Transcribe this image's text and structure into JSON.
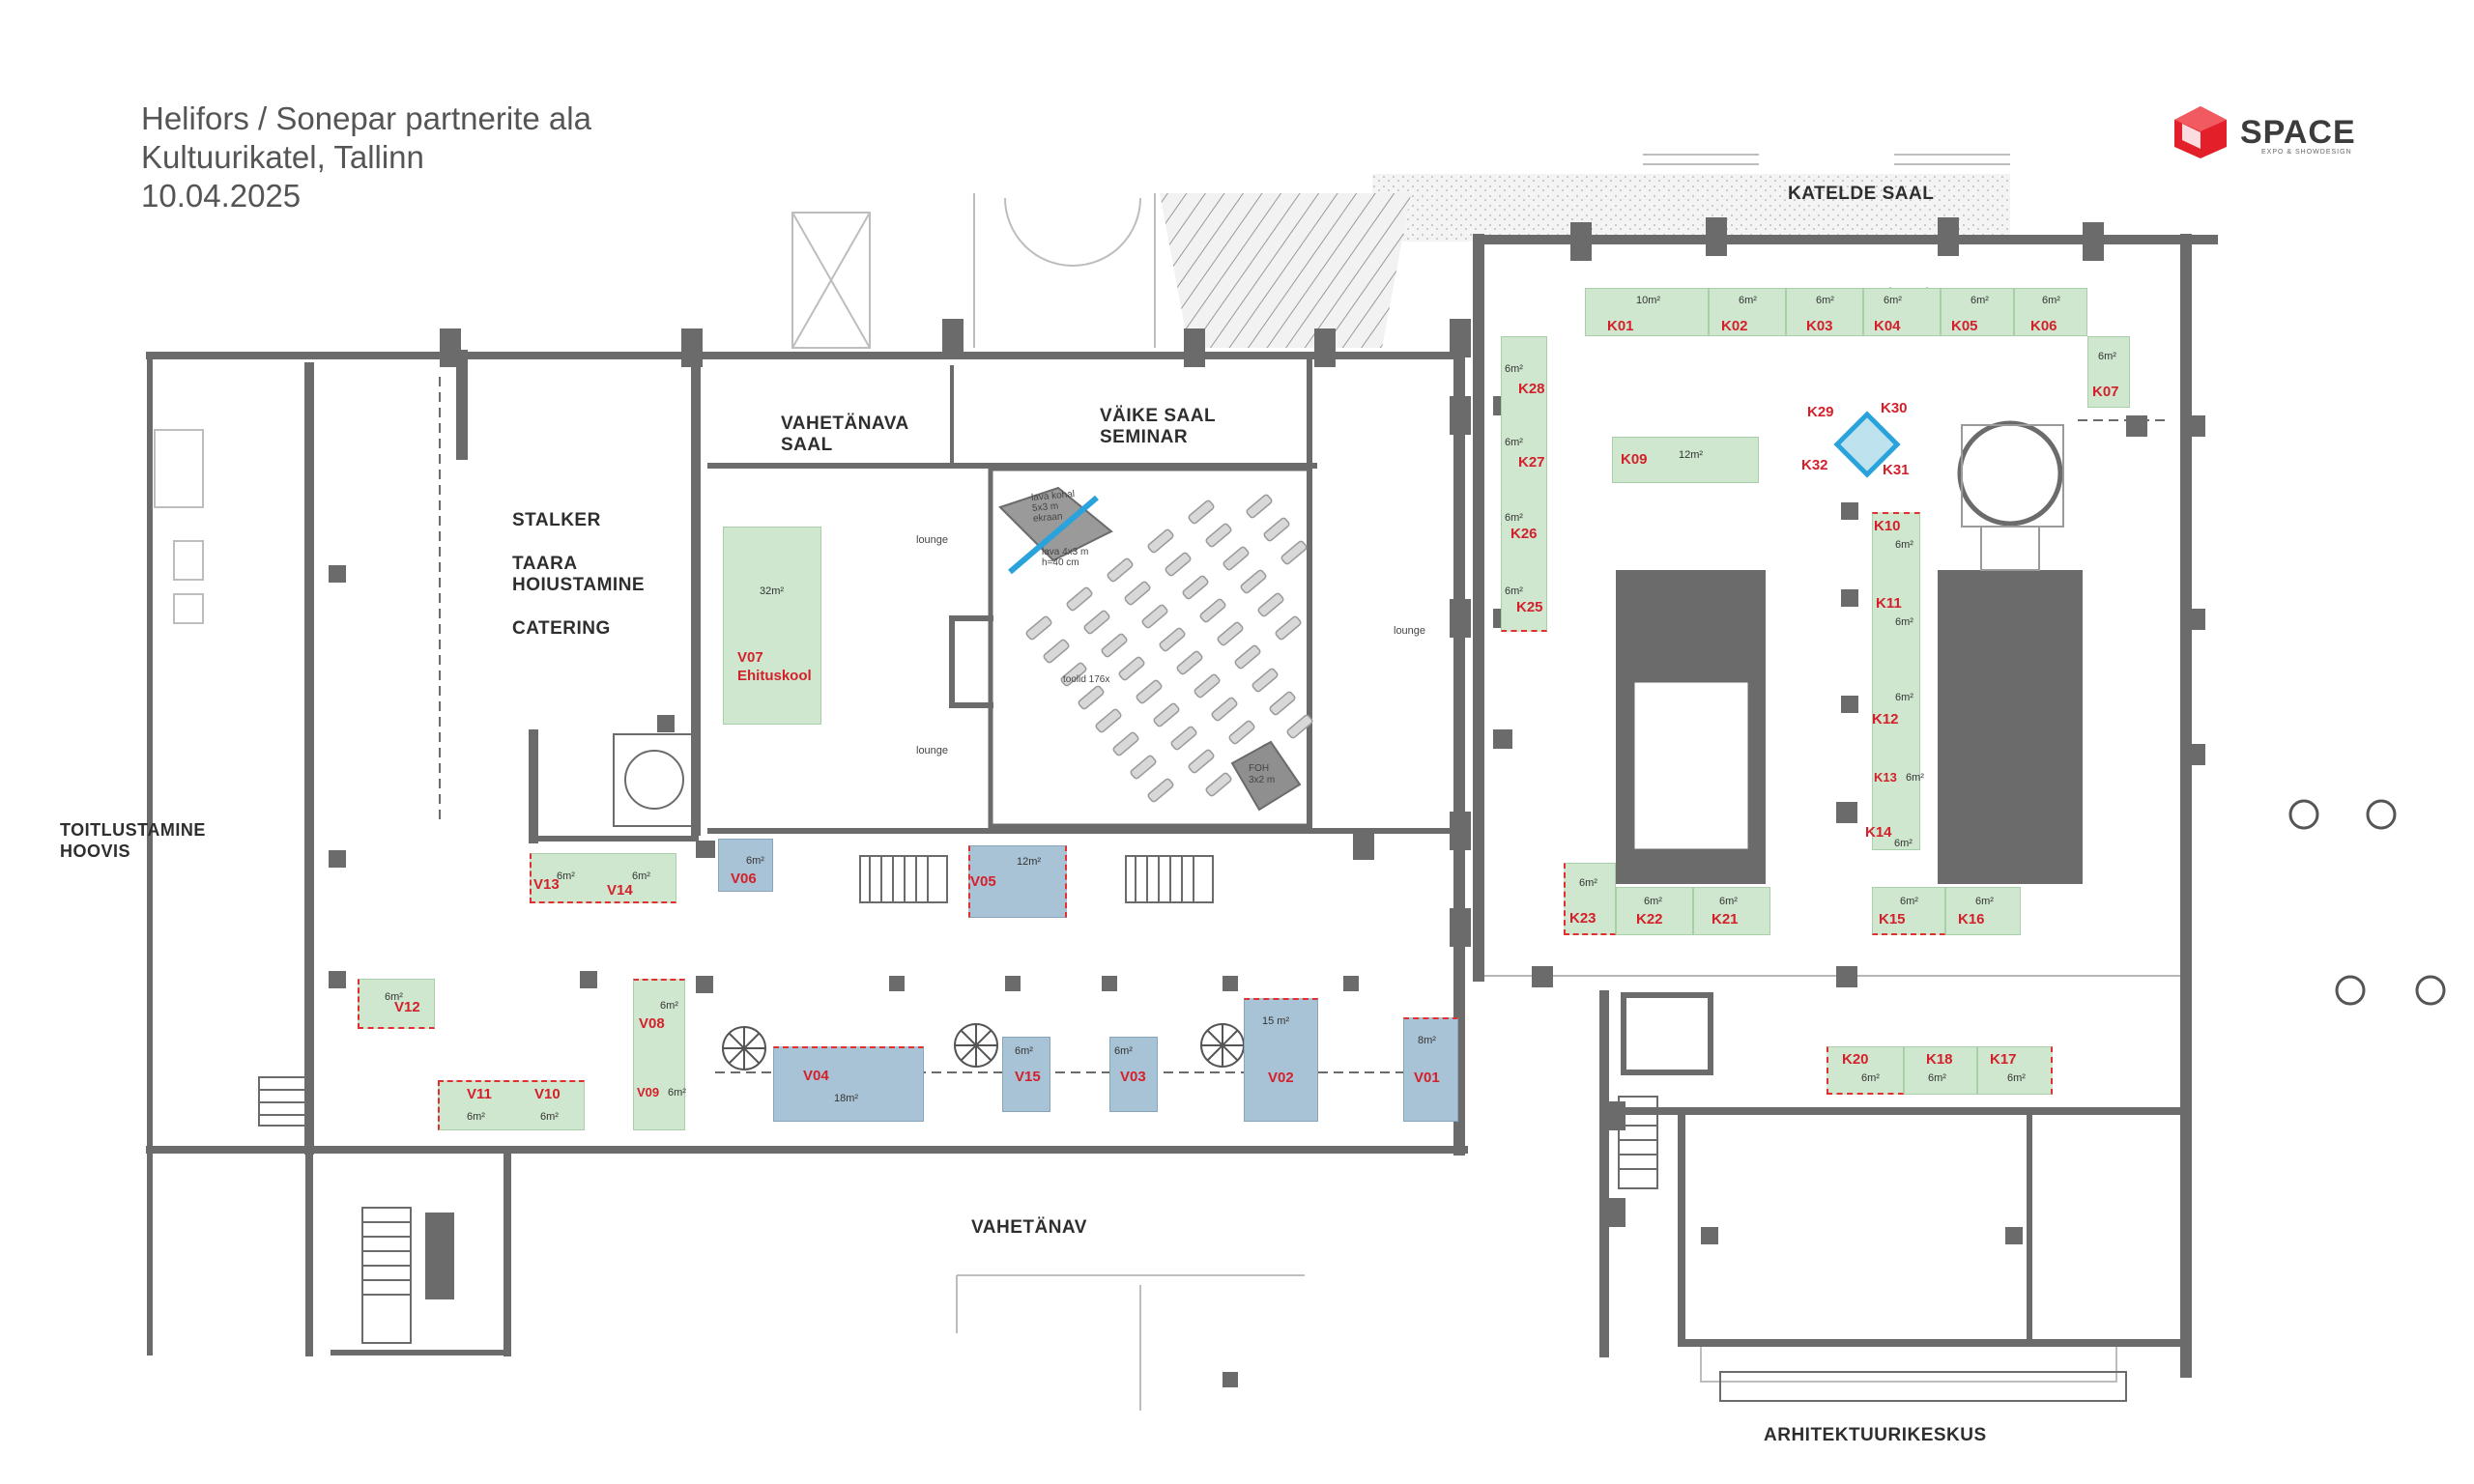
{
  "header": {
    "line1": "Helifors / Sonepar partnerite ala",
    "line2": "Kultuurikatel, Tallinn",
    "line3": "10.04.2025"
  },
  "logo": {
    "name": "SPACE",
    "tagline": "EXPO & SHOWDESIGN",
    "color": "#e3202a"
  },
  "rooms": {
    "katelde_saal": "KATELDE SAAL",
    "vahetanava_saal_1": "VAHETÄNAVA",
    "vahetanava_saal_2": "SAAL",
    "vaike_saal_1": "VÄIKE SAAL",
    "vaike_saal_2": "SEMINAR",
    "stalker": "STALKER",
    "taara_1": "TAARA",
    "taara_2": "HOIUSTAMINE",
    "catering": "CATERING",
    "toitlustamine_1": "TOITLUSTAMINE",
    "toitlustamine_2": "HOOVIS",
    "vahetanav": "VAHETÄNAV",
    "arhitektuurikeskus": "ARHITEKTUURIKESKUS"
  },
  "labels": {
    "lounge_1": "lounge",
    "lounge_2": "lounge",
    "lounge_3": "lounge",
    "lava_kohal_1": "lava kohal",
    "lava_kohal_2": "5x3 m",
    "lava_kohal_3": "ekraan",
    "lava_1": "lava 4x3 m",
    "lava_2": "h=40 cm",
    "toolid": "toolid 176x",
    "foh_1": "FOH",
    "foh_2": "3x2 m"
  },
  "booths": {
    "K01": {
      "id": "K01",
      "size": "10m²"
    },
    "K02": {
      "id": "K02",
      "size": "6m²"
    },
    "K03": {
      "id": "K03",
      "size": "6m²"
    },
    "K04": {
      "id": "K04",
      "size": "6m²"
    },
    "K05": {
      "id": "K05",
      "size": "6m²"
    },
    "K06": {
      "id": "K06",
      "size": "6m²"
    },
    "K07": {
      "id": "K07",
      "size": "6m²"
    },
    "K09": {
      "id": "K09",
      "size": "12m²"
    },
    "K10": {
      "id": "K10",
      "size": "6m²"
    },
    "K11": {
      "id": "K11",
      "size": "6m²"
    },
    "K12": {
      "id": "K12",
      "size": "6m²"
    },
    "K13": {
      "id": "K13",
      "size": "6m²"
    },
    "K14": {
      "id": "K14",
      "size": "6m²"
    },
    "K15": {
      "id": "K15",
      "size": "6m²"
    },
    "K16": {
      "id": "K16",
      "size": "6m²"
    },
    "K17": {
      "id": "K17",
      "size": "6m²"
    },
    "K18": {
      "id": "K18",
      "size": "6m²"
    },
    "K20": {
      "id": "K20",
      "size": "6m²"
    },
    "K21": {
      "id": "K21",
      "size": "6m²"
    },
    "K22": {
      "id": "K22",
      "size": "6m²"
    },
    "K23": {
      "id": "K23",
      "size": "6m²"
    },
    "K25": {
      "id": "K25",
      "size": "6m²"
    },
    "K26": {
      "id": "K26",
      "size": "6m²"
    },
    "K27": {
      "id": "K27",
      "size": "6m²"
    },
    "K28": {
      "id": "K28",
      "size": "6m²"
    },
    "K29": {
      "id": "K29"
    },
    "K30": {
      "id": "K30"
    },
    "K31": {
      "id": "K31"
    },
    "K32": {
      "id": "K32"
    },
    "V01": {
      "id": "V01",
      "size": "8m²"
    },
    "V02": {
      "id": "V02",
      "size": "15 m²"
    },
    "V03": {
      "id": "V03",
      "size": "6m²"
    },
    "V04": {
      "id": "V04",
      "size": "18m²"
    },
    "V05": {
      "id": "V05",
      "size": "12m²"
    },
    "V06": {
      "id": "V06",
      "size": "6m²"
    },
    "V07": {
      "id": "V07",
      "name": "Ehituskool",
      "size": "32m²"
    },
    "V08": {
      "id": "V08",
      "size": "6m²"
    },
    "V09": {
      "id": "V09",
      "size": "6m²"
    },
    "V10": {
      "id": "V10",
      "size": "6m²"
    },
    "V11": {
      "id": "V11",
      "size": "6m²"
    },
    "V12": {
      "id": "V12",
      "size": "6m²"
    },
    "V13": {
      "id": "V13",
      "size": "6m²"
    },
    "V14": {
      "id": "V14",
      "size": "6m²"
    },
    "V15": {
      "id": "V15",
      "size": "6m²"
    }
  },
  "colors": {
    "wall": "#6b6b6b",
    "booth_green": "#cfe7cf",
    "booth_blue": "#a9c3d6",
    "booth_id": "#d4202a",
    "reserved_dash": "#e03030",
    "k29_square": "#2aa3dc"
  }
}
